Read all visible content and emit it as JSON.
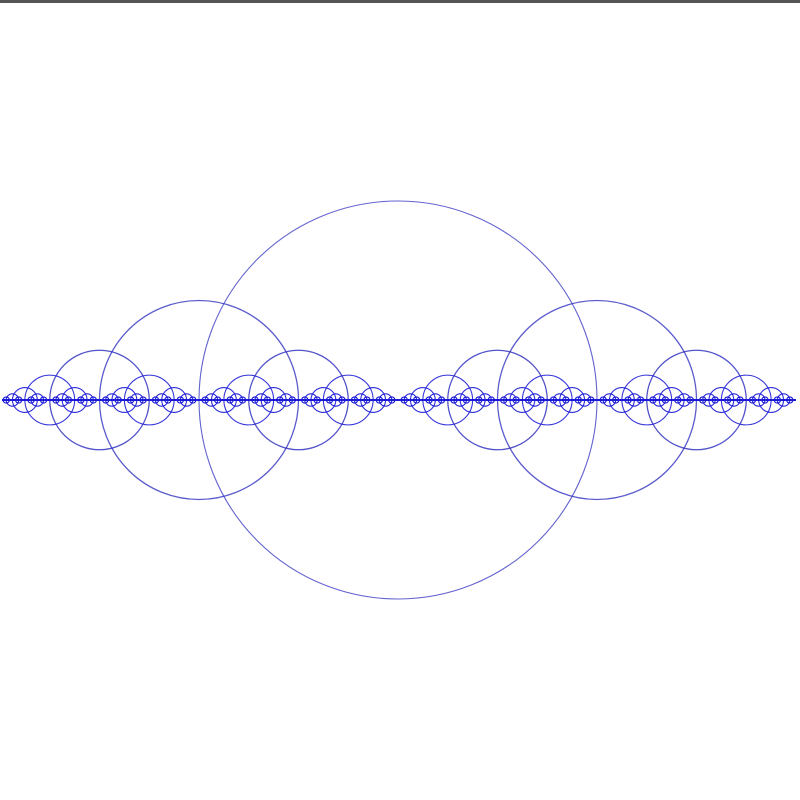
{
  "window": {
    "title": "",
    "top_strip_color": "#555555",
    "background_color": "#ffffff"
  },
  "drawing": {
    "description_type": "recursive circle fractal",
    "stroke_color": "#2f2fbf",
    "dense_stroke_color": "#1a1ad6",
    "recursion_depth": 7,
    "circles_per_level": [
      1,
      2,
      4,
      8,
      16,
      32,
      64
    ],
    "radius_ratio_per_level": 0.5
  }
}
